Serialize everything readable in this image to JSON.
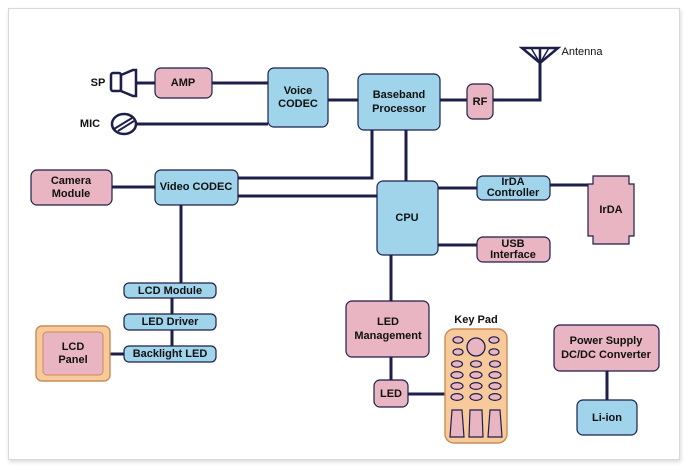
{
  "blocks": {
    "amp": "AMP",
    "voice_codec": [
      "Voice",
      "CODEC"
    ],
    "baseband": [
      "Baseband",
      "Processor"
    ],
    "rf": "RF",
    "antenna": "Antenna",
    "sp": "SP",
    "mic": "MIC",
    "camera": [
      "Camera",
      "Module"
    ],
    "video_codec": "Video CODEC",
    "cpu": "CPU",
    "irda_ctrl": [
      "IrDA",
      "Controller"
    ],
    "irda": "IrDA",
    "usb": [
      "USB",
      "Interface"
    ],
    "lcd_module": "LCD Module",
    "led_driver": "LED Driver",
    "backlight": "Backlight LED",
    "lcd_panel": [
      "LCD",
      "Panel"
    ],
    "led_mgmt": [
      "LED",
      "Management"
    ],
    "led": "LED",
    "keypad": "Key Pad",
    "power": [
      "Power Supply",
      "DC/DC Converter"
    ],
    "liion": "Li-ion"
  },
  "colors": {
    "blue": "#9fd4ea",
    "pink": "#e9b5c2",
    "orange": "#f7c99b",
    "orange_stroke": "#c98d54",
    "line": "#1d1f4a"
  }
}
